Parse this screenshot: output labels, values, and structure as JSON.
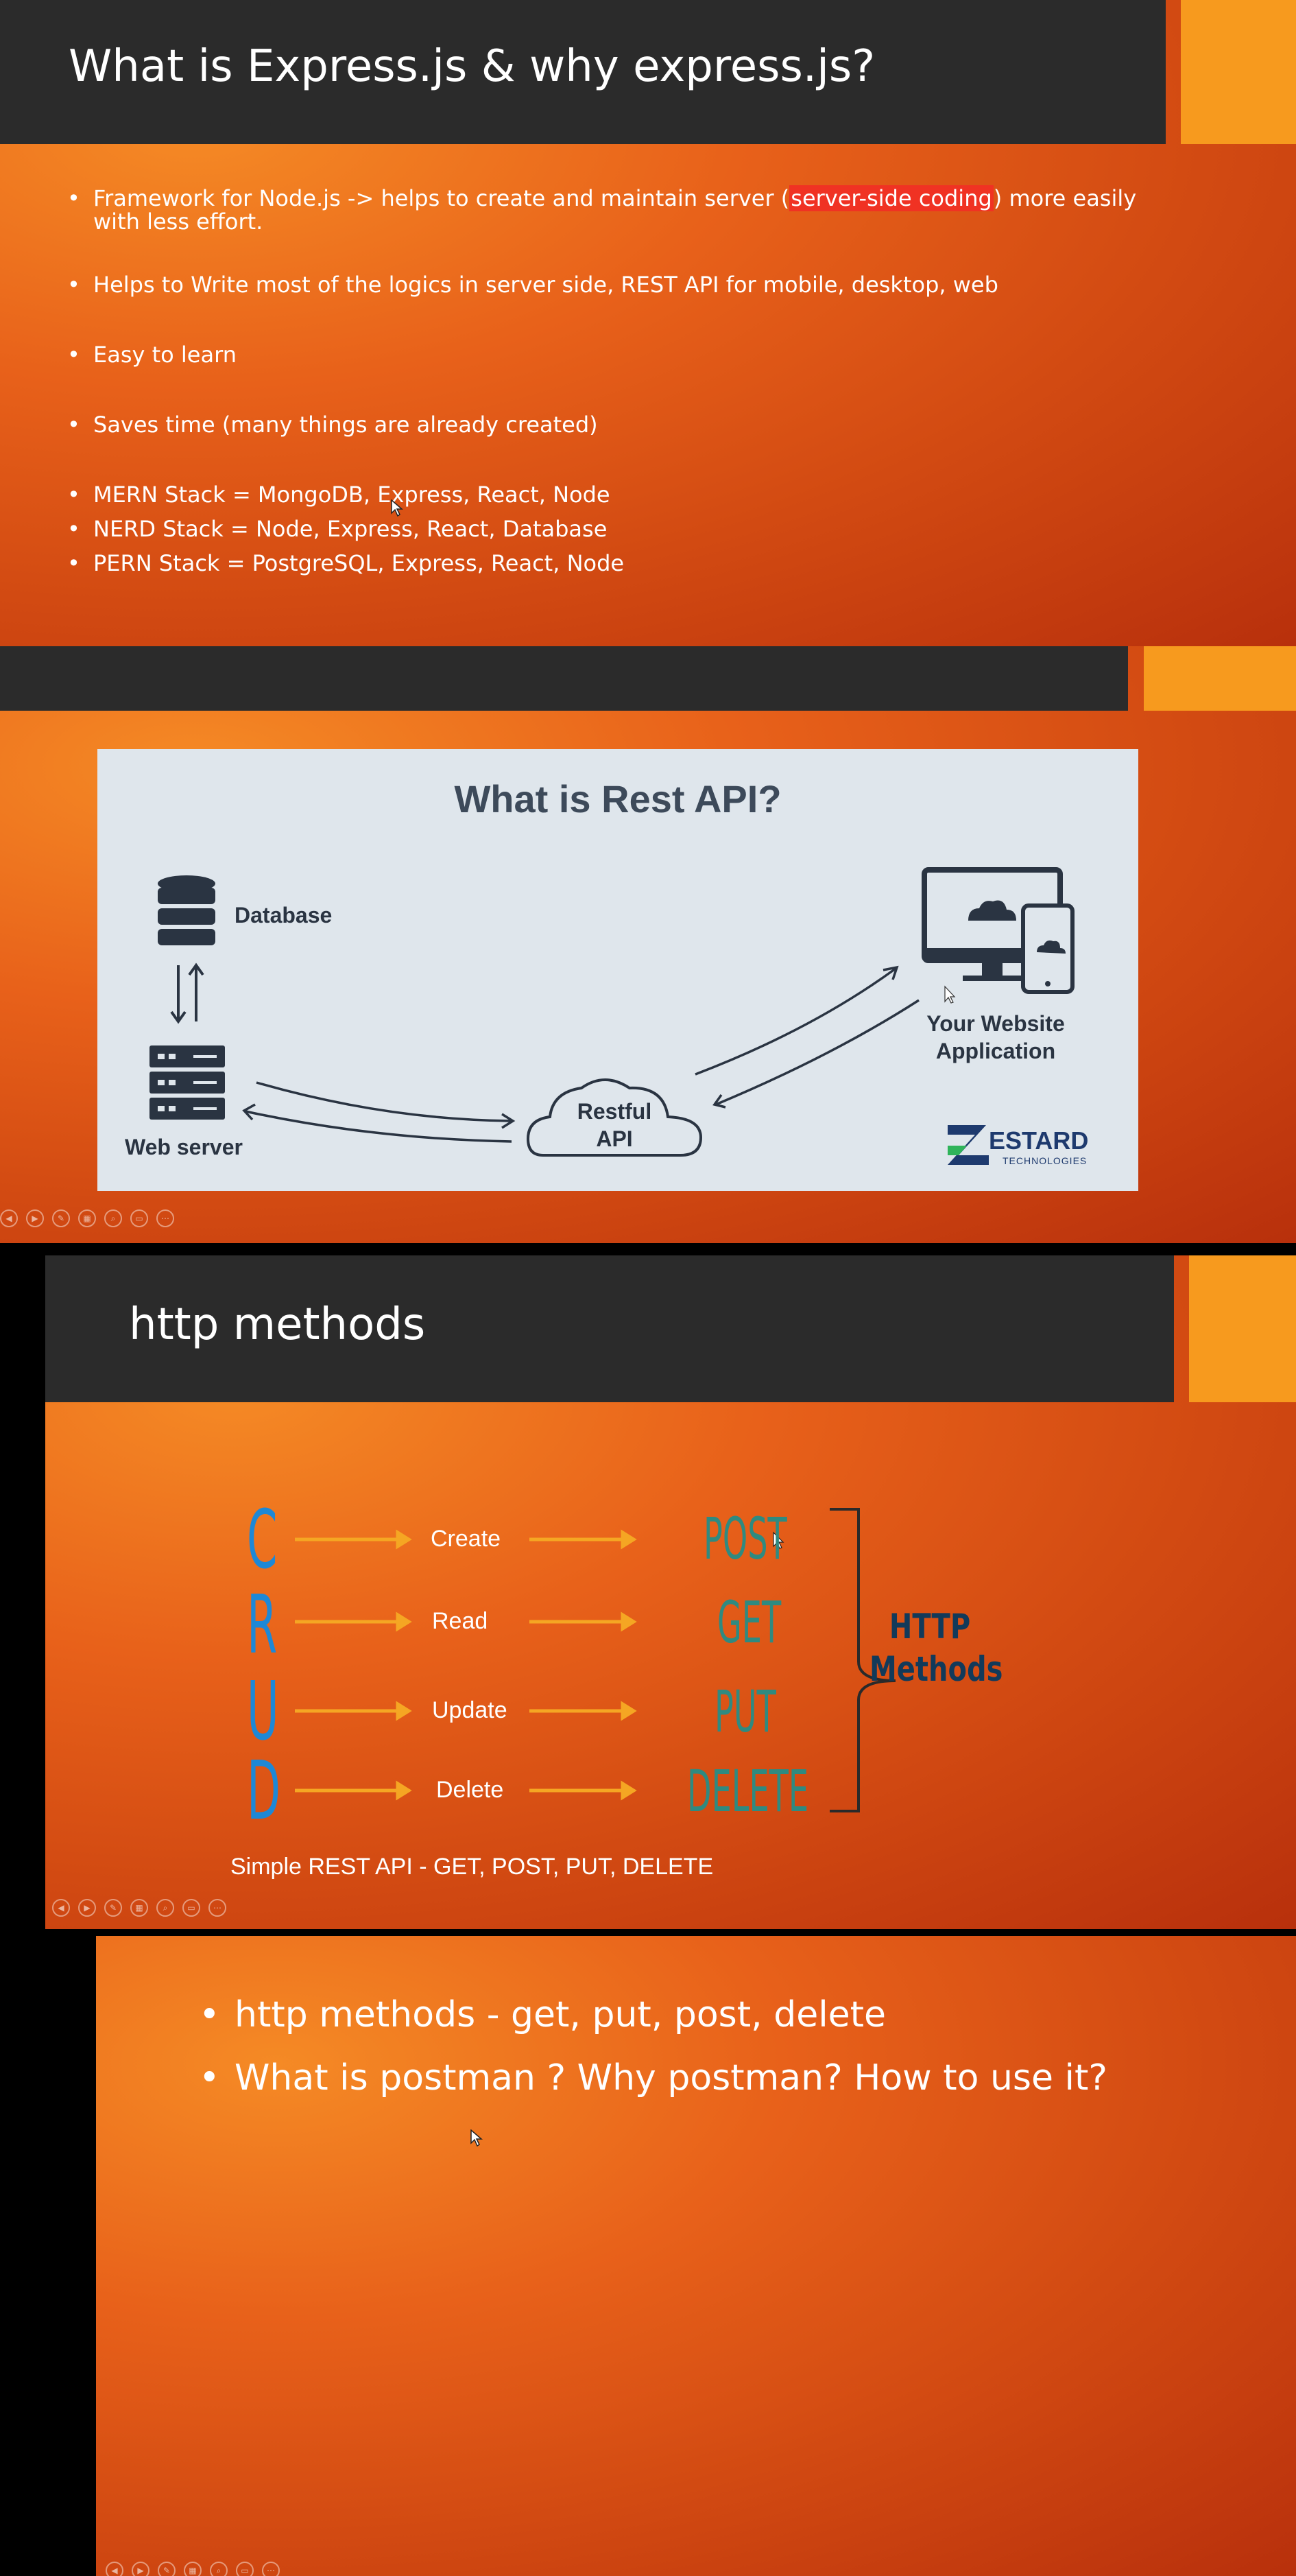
{
  "slides": {
    "express": {
      "title": "What is Express.js & why express.js?",
      "bullet1_pre": "Framework for Node.js -> helps to create and maintain server (",
      "bullet1_highlight": "server-side coding",
      "bullet1_post": ") more easily with less effort.",
      "bullet2": "Helps to Write most of the logics in server side, REST API for mobile, desktop, web",
      "bullet3": "Easy to learn",
      "bullet4": "Saves time (many things are already created)",
      "bullet5": "MERN Stack = MongoDB, Express, React, Node",
      "bullet6": "NERD Stack = Node, Express, React, Database",
      "bullet7": "PERN Stack = PostgreSQL, Express, React, Node"
    },
    "rest": {
      "title": "What is Rest API?",
      "database_label": "Database",
      "webserver_label": "Web server",
      "restful_label_1": "Restful",
      "restful_label_2": "API",
      "client_label_1": "Your Website",
      "client_label_2": "Application",
      "logo_text": "ESTARD",
      "logo_sub": "TECHNOLOGIES"
    },
    "http": {
      "title": "http methods",
      "crud": [
        {
          "letter": "C",
          "word": "Create",
          "method": "POST"
        },
        {
          "letter": "R",
          "word": "Read",
          "method": "GET"
        },
        {
          "letter": "U",
          "word": "Update",
          "method": "PUT"
        },
        {
          "letter": "D",
          "word": "Delete",
          "method": "DELETE"
        }
      ],
      "methods_label_1": "HTTP",
      "methods_label_2": "Methods",
      "caption": "Simple REST API - GET, POST, PUT, DELETE"
    },
    "postman": {
      "bullet1": "http methods - get, put, post, delete",
      "bullet2": "What is postman ? Why postman? How to use it?"
    }
  },
  "toolbar_icons": [
    "prev-icon",
    "next-icon",
    "pen-icon",
    "slides-icon",
    "zoom-icon",
    "subtitles-icon",
    "more-icon"
  ],
  "colors": {
    "header_bar": "#2b2b2b",
    "accent": "#f79a1e",
    "highlight": "#f03223",
    "crud_letter": "#1e88d6",
    "http_method": "#2f8a80",
    "arrow": "#f5a623"
  }
}
